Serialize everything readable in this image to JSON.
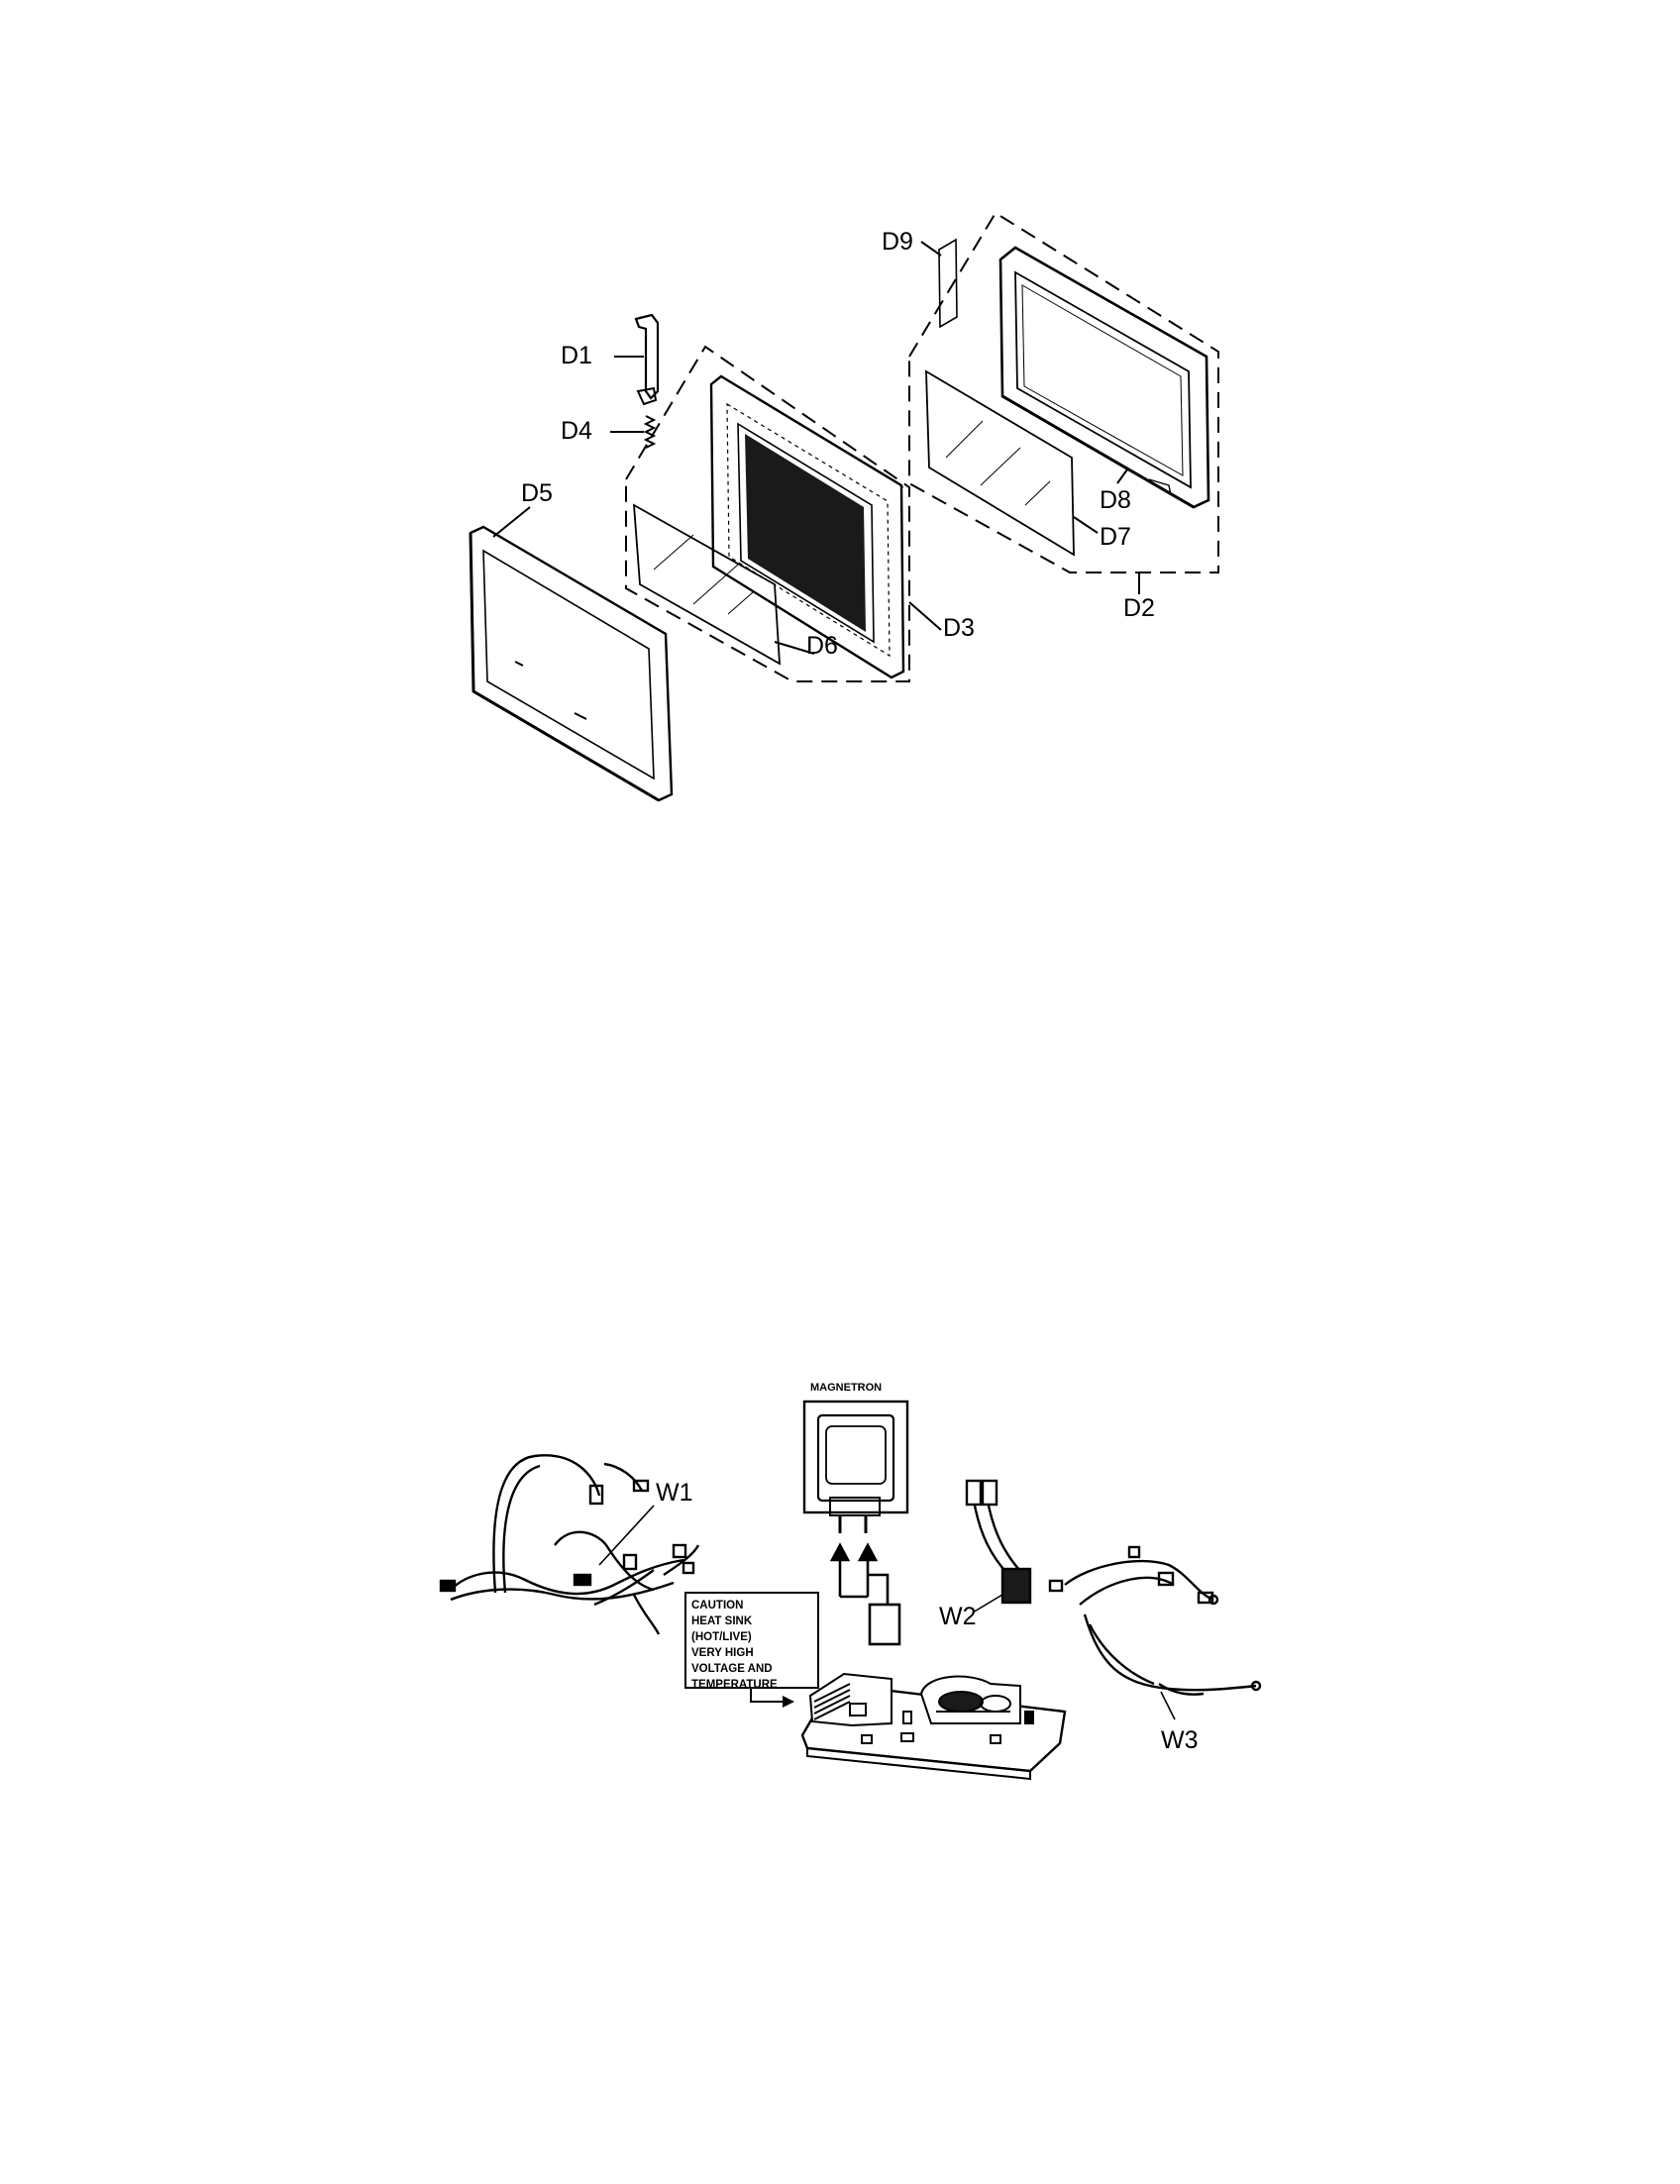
{
  "door_labels": {
    "d1": "D1",
    "d2": "D2",
    "d3": "D3",
    "d4": "D4",
    "d5": "D5",
    "d6": "D6",
    "d7": "D7",
    "d8": "D8",
    "d9": "D9"
  },
  "wiring_labels": {
    "w1": "W1",
    "w2": "W2",
    "w3": "W3"
  },
  "magnetron_label": "MAGNETRON",
  "caution_lines": [
    "CAUTION",
    "HEAT SINK",
    "(HOT/LIVE)",
    "VERY HIGH",
    "VOLTAGE AND",
    "TEMPERATURE"
  ]
}
